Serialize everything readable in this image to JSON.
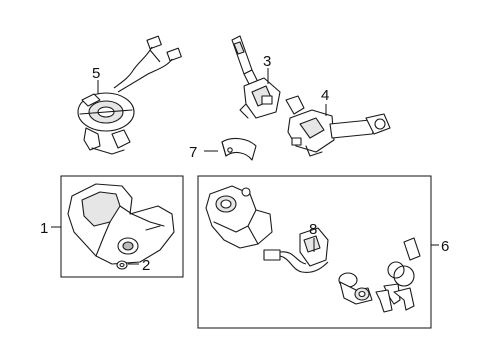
{
  "callouts": {
    "c1": "1",
    "c2": "2",
    "c3": "3",
    "c4": "4",
    "c5": "5",
    "c6": "6",
    "c7": "7",
    "c8": "8"
  },
  "colors": {
    "line": "#1a1a1a",
    "background": "#ffffff",
    "shade": "#e6e6e6"
  }
}
